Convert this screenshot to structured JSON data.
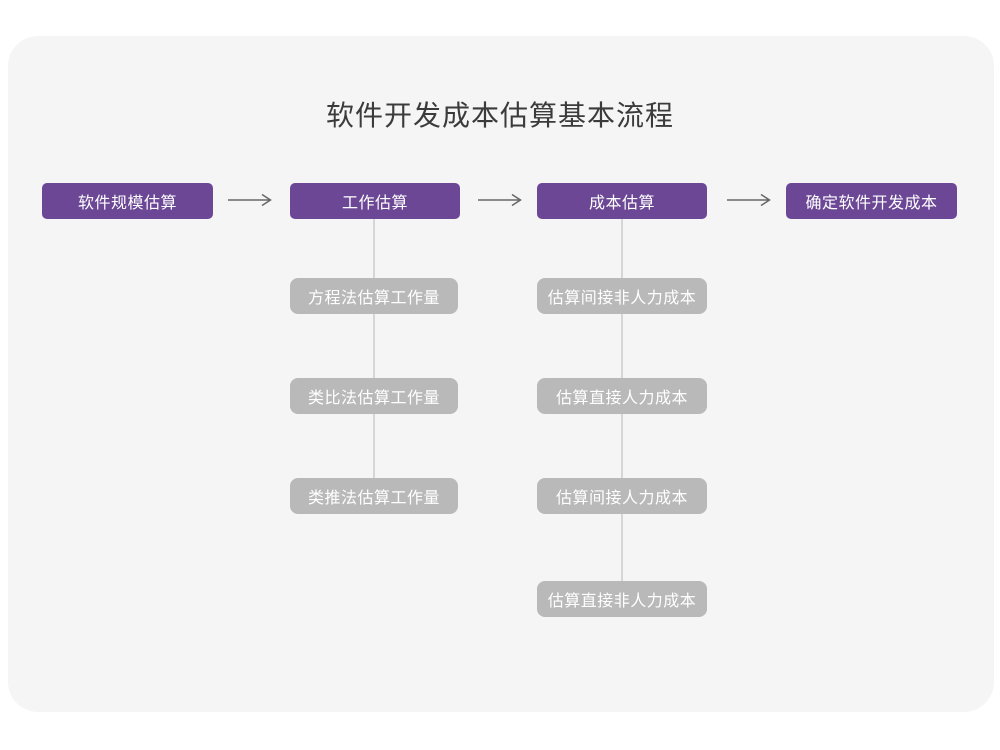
{
  "title": "软件开发成本估算基本流程",
  "main_flow": {
    "steps": [
      "软件规模估算",
      "工作估算",
      "成本估算",
      "确定软件开发成本"
    ]
  },
  "sub_flows": {
    "work_estimation_methods": [
      "方程法估算工作量",
      "类比法估算工作量",
      "类推法估算工作量"
    ],
    "cost_estimation_steps": [
      "估算间接非人力成本",
      "估算直接人力成本",
      "估算间接人力成本",
      "估算直接非人力成本"
    ]
  },
  "colors": {
    "page_background": "#ffffff",
    "card_background": "#f5f5f6",
    "primary_node": "#6b4795",
    "secondary_node": "#b9b9b9",
    "node_text": "#ffffff",
    "title_text": "#3b3b3b",
    "arrow": "#666666",
    "connector_line": "#d6d6d6"
  }
}
